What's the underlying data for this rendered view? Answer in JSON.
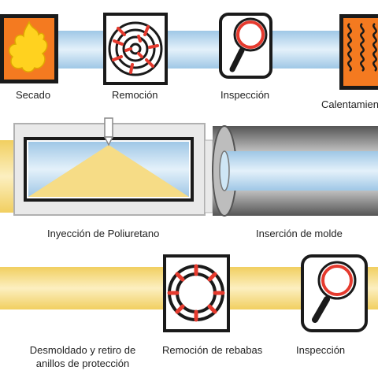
{
  "steps_row1": [
    {
      "id": "drying",
      "label": "Secado",
      "icon": "flame-icon"
    },
    {
      "id": "removal",
      "label": "Remoción",
      "icon": "spiral-brush-icon"
    },
    {
      "id": "inspection1",
      "label": "Inspección",
      "icon": "magnifier-icon"
    },
    {
      "id": "heating",
      "label": "Calentamien",
      "icon": "coil-heater-icon"
    }
  ],
  "steps_row2": [
    {
      "id": "injection",
      "label": "Inyección de Poliuretano",
      "icon": "injection-chamber-icon"
    },
    {
      "id": "mold",
      "label": "Inserción de molde",
      "icon": "mold-sleeve-icon"
    }
  ],
  "steps_row3": [
    {
      "id": "demold",
      "label_line1": "Desmoldado y retiro de",
      "label_line2": "anillos de protección"
    },
    {
      "id": "deburr",
      "label": "Remoción de rebabas",
      "icon": "deburr-ring-icon"
    },
    {
      "id": "inspection2",
      "label": "Inspección",
      "icon": "magnifier-icon"
    }
  ],
  "colors": {
    "pipe_blue": "#cfe6f5",
    "pipe_yellow": "#fbe7a1",
    "flame_bg": "#f47a20",
    "flame": "#ffd21f",
    "accent_red": "#e53a2e",
    "heater_bg": "#f47a20",
    "outline": "#1a1a1a",
    "metal": "#8c8c8c"
  }
}
